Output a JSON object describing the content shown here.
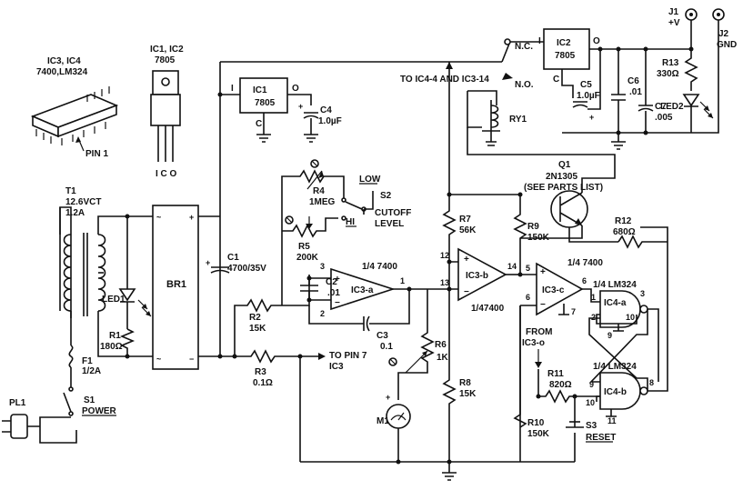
{
  "package_labels": {
    "ic34_title": "IC3, IC4",
    "ic34_parts": "7400,LM324",
    "pin1": "PIN 1",
    "ic12_title": "IC1, IC2",
    "ic12_part": "7805",
    "ic12_pins": "I C O"
  },
  "components": {
    "t1": {
      "name": "T1",
      "v": "12.6VCT",
      "a": "1.2A"
    },
    "br1": "BR1",
    "led1": "LED1",
    "r1": {
      "name": "R1",
      "value": "180Ω"
    },
    "f1": {
      "name": "F1",
      "value": "1/2A"
    },
    "pl1": "PL1",
    "s1": {
      "name": "S1",
      "label": "POWER"
    },
    "c1": {
      "name": "C1",
      "value": "4700/35V"
    },
    "ic1": {
      "name": "IC1",
      "part": "7805",
      "in": "I",
      "out": "O",
      "com": "C"
    },
    "c4": {
      "name": "C4",
      "value": "1.0µF"
    },
    "r4": {
      "name": "R4",
      "value": "1MEG"
    },
    "s2": {
      "name": "S2",
      "low": "LOW",
      "hi": "HI",
      "label1": "CUTOFF",
      "label2": "LEVEL"
    },
    "r5": {
      "name": "R5",
      "value": "200K"
    },
    "c2": {
      "name": "C2",
      "value": ".01"
    },
    "ic3a": {
      "name": "IC3-a",
      "part": "1/4 7400",
      "p3": "3",
      "p2": "2",
      "p1": "1"
    },
    "r2": {
      "name": "R2",
      "value": "15K"
    },
    "r3": {
      "name": "R3",
      "value": "0.1Ω"
    },
    "to_pin7": {
      "line1": "TO PIN 7",
      "line2": "IC3"
    },
    "c3": {
      "name": "C3",
      "value": "0.1"
    },
    "r6": {
      "name": "R6",
      "value": "1K"
    },
    "m1": "M1",
    "r7": {
      "name": "R7",
      "value": "56K"
    },
    "r8": {
      "name": "R8",
      "value": "15K"
    },
    "ic3b": {
      "name": "IC3-b",
      "part": "1/47400",
      "p12": "12",
      "p13": "13",
      "p14": "14"
    },
    "r9": {
      "name": "R9",
      "value": "150K"
    },
    "ic3c": {
      "name": "IC3-c",
      "part": "1/4 7400",
      "p5": "5",
      "p6in": "6",
      "p6out": "6",
      "p7": "7"
    },
    "from_ic3": {
      "line1": "FROM",
      "line2": "IC3-o"
    },
    "r10": {
      "name": "R10",
      "value": "150K"
    },
    "s3": {
      "name": "S3",
      "label": "RESET"
    },
    "r11": {
      "name": "R11",
      "value": "820Ω"
    },
    "ic4a": {
      "name": "IC4-a",
      "part": "1/4 LM324",
      "p1": "1",
      "p2": "2",
      "p3": "3",
      "p9": "9",
      "p10": "10"
    },
    "ic4b": {
      "name": "IC4-b",
      "part": "1/4 LM324",
      "p8": "8",
      "p9": "9",
      "p10": "10",
      "p11": "11"
    },
    "r12": {
      "name": "R12",
      "value": "680Ω"
    },
    "q1": {
      "name": "Q1",
      "part": "2N1305",
      "note": "(SEE PARTS LIST)"
    },
    "ry1": "RY1",
    "relay": {
      "nc": "N.C.",
      "no": "N.O.",
      "to": "TO IC4-4 AND IC3-14"
    },
    "ic2": {
      "name": "IC2",
      "part": "7805",
      "in": "I",
      "out": "O",
      "com": "C"
    },
    "c5": {
      "name": "C5",
      "value": "1.0µF"
    },
    "c6": {
      "name": "C6",
      "value": ".01"
    },
    "c7": {
      "name": "C7",
      "value": ".005"
    },
    "r13": {
      "name": "R13",
      "value": "330Ω"
    },
    "led2": "LED2",
    "j1": {
      "name": "J1",
      "label": "+V"
    },
    "j2": {
      "name": "J2",
      "label": "GND"
    }
  }
}
